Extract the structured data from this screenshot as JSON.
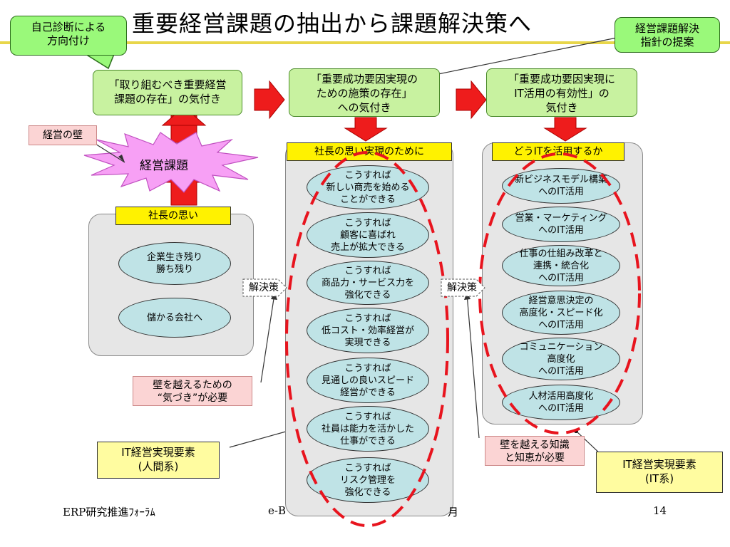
{
  "title": "重要経営課題の抽出から課題解決策へ",
  "callouts": {
    "self_diagnosis": [
      "自己診断による",
      "方向付け"
    ],
    "guideline": [
      "経営課題解決",
      "指針の提案"
    ]
  },
  "stages": [
    [
      "「取り組むべき重要経営",
      "課題の存在」の気付き"
    ],
    [
      "「重要成功要因実現の",
      "ための施策の存在」",
      "への気付き"
    ],
    [
      "「重要成功要因実現に",
      "IT活用の有効性」の",
      "気付き"
    ]
  ],
  "wall_label": "経営の壁",
  "burst_label": "経営課題",
  "president_header": "社長の思い",
  "president_items": [
    [
      "企業生き残り",
      "勝ち残り"
    ],
    [
      "儲かる会社へ"
    ]
  ],
  "realize_header": "社長の思い実現のために",
  "realize_items": [
    [
      "こうすれば",
      "新しい商売を始める",
      "ことができる"
    ],
    [
      "こうすれば",
      "顧客に喜ばれ",
      "売上が拡大できる"
    ],
    [
      "こうすれば",
      "商品力・サービス力を",
      "強化できる"
    ],
    [
      "こうすれば",
      "低コスト・効率経営が",
      "実現できる"
    ],
    [
      "こうすれば",
      "見通しの良いスピード",
      "経営ができる"
    ],
    [
      "こうすれば",
      "社員は能力を活かした",
      "仕事ができる"
    ],
    [
      "こうすれば",
      "リスク管理を",
      "強化できる"
    ]
  ],
  "it_header": "どうITを活用するか",
  "it_items": [
    [
      "新ビジネスモデル構築",
      "へのIT活用"
    ],
    [
      "営業・マーケティング",
      "へのIT活用"
    ],
    [
      "仕事の仕組み改革と",
      "連携・統合化",
      "へのIT活用"
    ],
    [
      "経営意思決定の",
      "高度化・スピード化",
      "へのIT活用"
    ],
    [
      "コミュニケーション",
      "高度化",
      "へのIT活用"
    ],
    [
      "人材活用高度化",
      "へのIT活用"
    ]
  ],
  "solution_label": "解決策",
  "notes": {
    "awareness": [
      "壁を越えるための",
      "“気づき”が必要"
    ],
    "knowledge": [
      "壁を越える知識",
      "と知恵が必要"
    ]
  },
  "elements": {
    "human": [
      "IT経営実現要素",
      "(人間系)"
    ],
    "it": [
      "IT経営実現要素",
      "(IT系)"
    ]
  },
  "footer": {
    "left": "ERP研究推進ﾌｫｰﾗﾑ",
    "center": "e-B",
    "center_tail": "月",
    "page": "14"
  },
  "colors": {
    "arrow_red": "#ee1c1c",
    "dashed_red": "#e8141e",
    "burst_pink": "#f7a0f5",
    "oval_fill": "#bfe3e6",
    "header_yellow": "#fff200"
  }
}
